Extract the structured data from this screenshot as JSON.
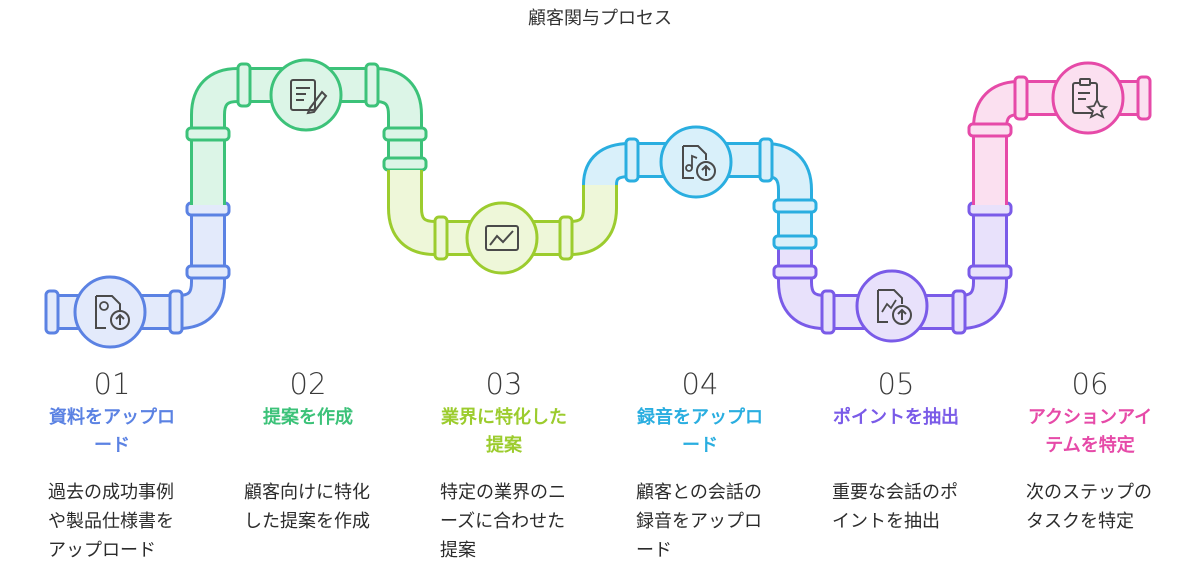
{
  "title": "顧客関与プロセス",
  "colors": {
    "blue": "#5b82e3",
    "green": "#3cc279",
    "lime": "#9ccc2e",
    "cyan": "#2aaee0",
    "purple": "#7a5be8",
    "pink": "#e64aa8"
  },
  "steps": [
    {
      "num": "01",
      "head_lines": [
        "資料をアップロ",
        "ード"
      ],
      "desc_lines": [
        "過去の成功事例",
        "や製品仕様書を",
        "アップロード"
      ],
      "icon": "document-clock-upload-icon",
      "color": "#5b82e3"
    },
    {
      "num": "02",
      "head_lines": [
        "提案を作成"
      ],
      "desc_lines": [
        "顧客向けに特化",
        "した提案を作成"
      ],
      "icon": "document-edit-icon",
      "color": "#3cc279"
    },
    {
      "num": "03",
      "head_lines": [
        "業界に特化した",
        "提案"
      ],
      "desc_lines": [
        "特定の業界のニ",
        "ーズに合わせた",
        "提案"
      ],
      "icon": "chart-line-icon",
      "color": "#9ccc2e"
    },
    {
      "num": "04",
      "head_lines": [
        "録音をアップロ",
        "ード"
      ],
      "desc_lines": [
        "顧客との会話の",
        "録音をアップロ",
        "ード"
      ],
      "icon": "audio-file-upload-icon",
      "color": "#2aaee0"
    },
    {
      "num": "05",
      "head_lines": [
        "ポイントを抽出"
      ],
      "desc_lines": [
        "重要な会話のポ",
        "イントを抽出"
      ],
      "icon": "chart-file-upload-icon",
      "color": "#7a5be8"
    },
    {
      "num": "06",
      "head_lines": [
        "アクションアイ",
        "テムを特定"
      ],
      "desc_lines": [
        "次のステップの",
        "タスクを特定"
      ],
      "icon": "clipboard-star-icon",
      "color": "#e64aa8"
    }
  ]
}
